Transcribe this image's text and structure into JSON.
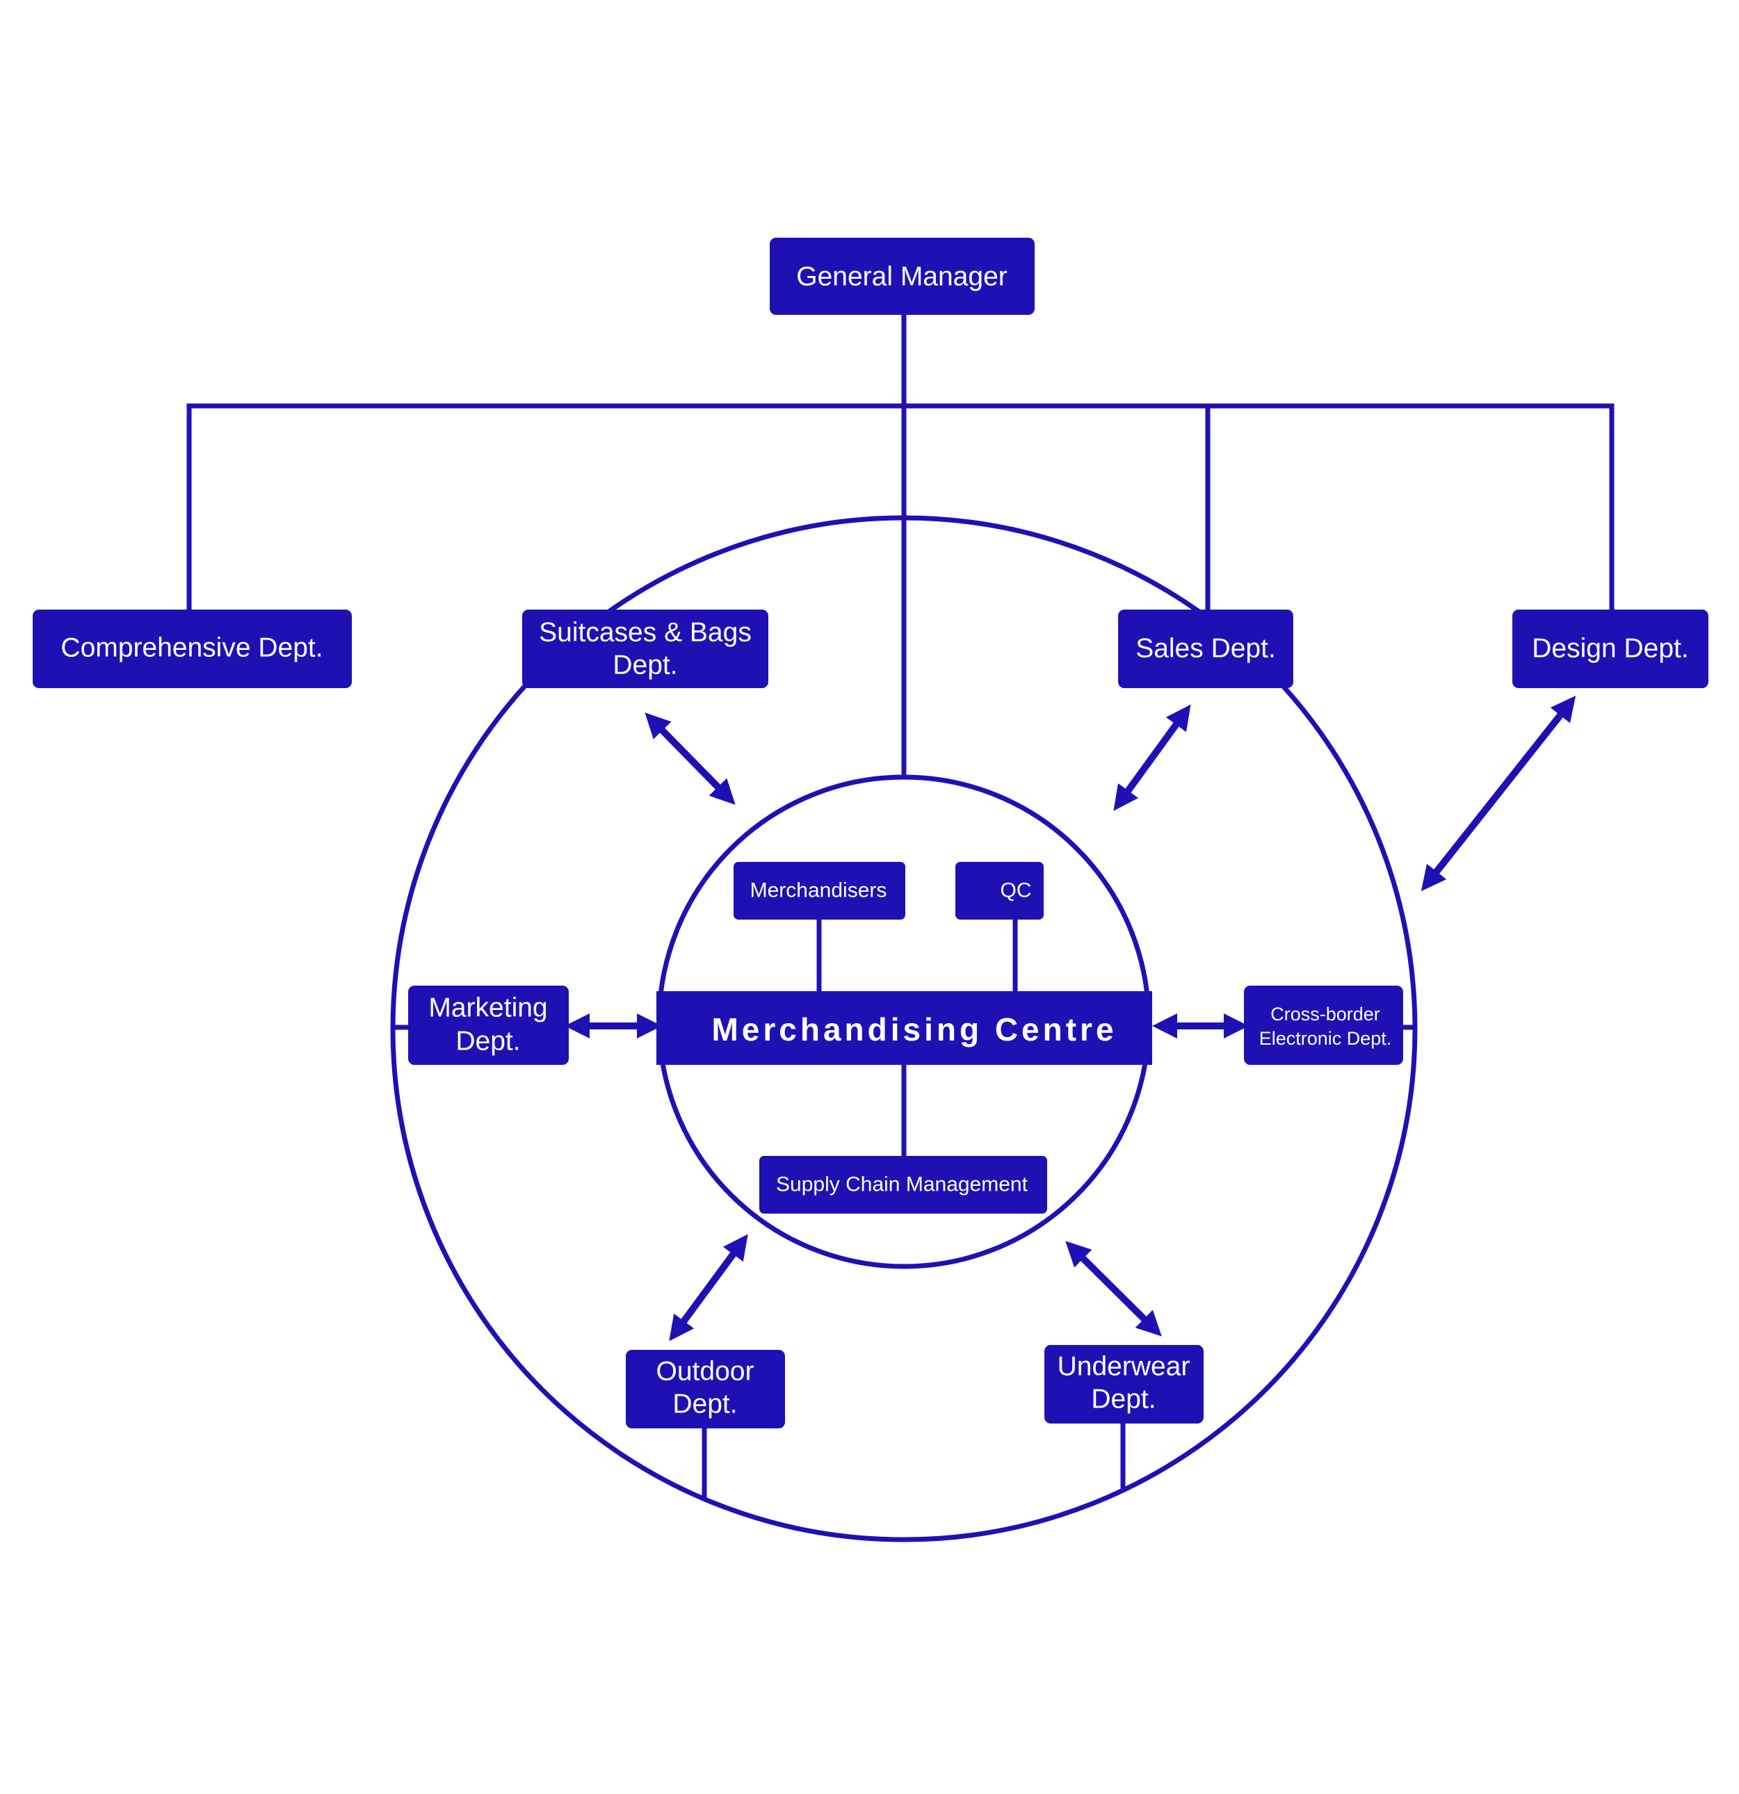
{
  "colors": {
    "primary": "#1e11b4",
    "background": "#ffffff",
    "text": "#ffffff"
  },
  "nodes": {
    "general_manager": "General Manager",
    "comprehensive": "Comprehensive Dept.",
    "suitcases": {
      "line1": "Suitcases & Bags",
      "line2": "Dept."
    },
    "sales": "Sales Dept.",
    "design": "Design Dept.",
    "marketing": {
      "line1": "Marketing",
      "line2": "Dept."
    },
    "cross_border": {
      "line1": "Cross-border",
      "line2": "Electronic Dept."
    },
    "outdoor": {
      "line1": "Outdoor",
      "line2": "Dept."
    },
    "underwear": {
      "line1": "Underwear",
      "line2": "Dept."
    },
    "merchandising_centre": "Merchandising Centre",
    "merchandisers": "Merchandisers",
    "qc": "QC",
    "supply_chain": "Supply Chain Management"
  }
}
